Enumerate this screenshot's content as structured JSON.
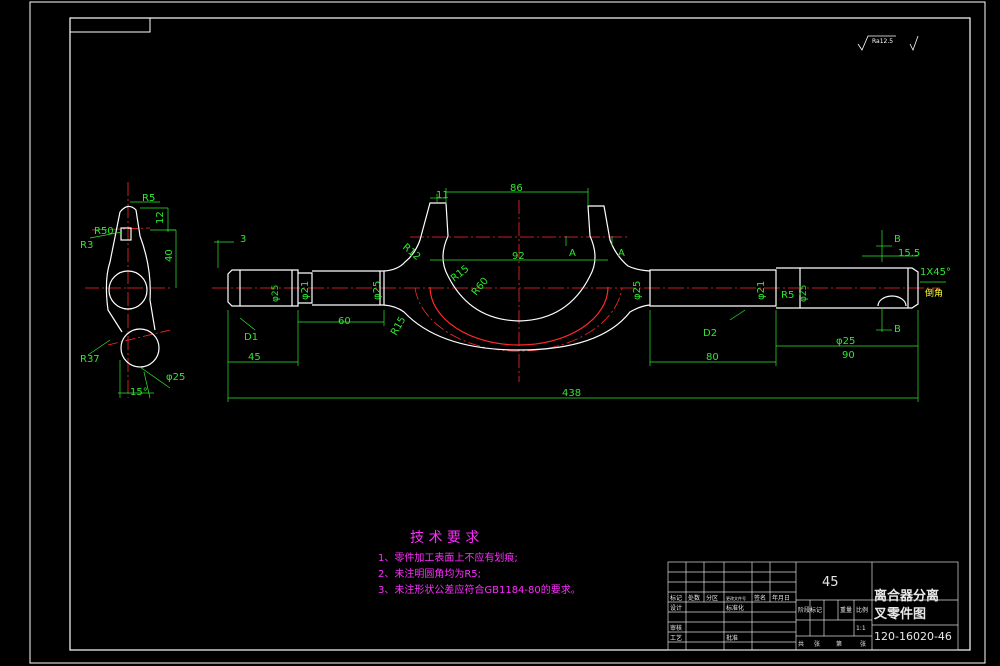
{
  "colors": {
    "background": "#000000",
    "outline": "#ffffff",
    "dimension": "#2ee82e",
    "centerline": "#ff2a2a",
    "text_magenta": "#ff2cff",
    "frame": "#ffffff"
  },
  "roughness": {
    "symbol_label": "Ra12.5"
  },
  "side_view": {
    "r5": "R5",
    "dim12": "12",
    "r50": "R50",
    "r3": "R3",
    "dim40": "40",
    "r37": "R37",
    "phi25": "φ25",
    "angle15": "15°"
  },
  "main_view": {
    "dim3": "3",
    "dim11": "11",
    "dim86": "86",
    "dim92": "92",
    "r12": "R12",
    "r15a": "R15",
    "r60": "R60",
    "r15b": "R15",
    "section_a1": "A",
    "section_a2": "A",
    "section_b1": "B",
    "section_b2": "B",
    "dim15_5": "15.5",
    "chamfer": "1X45°",
    "side_note": "倒角",
    "phi25_1": "φ25",
    "phi21_1": "φ21",
    "phi25_2": "φ25",
    "phi25_3": "φ25",
    "phi21_2": "φ21",
    "phi25_4": "φ25",
    "phi25_5": "φ25",
    "r5": "R5",
    "d1": "D1",
    "d2": "D2",
    "dim45": "45",
    "dim60": "60",
    "dim80": "80",
    "dim90": "90",
    "dim438": "438"
  },
  "tech_requirements": {
    "title": "技 术 要 求",
    "items": [
      "1、零件加工表面上不应有划痕;",
      "2、未注明圆角均为R5;",
      "3、未注形状公差应符合GB1184-80的要求。"
    ]
  },
  "title_block": {
    "material": "45",
    "part_name_line1": "离合器分离",
    "part_name_line2": "叉零件图",
    "drawing_no": "120-16020-46",
    "scale": "1:1",
    "labels": [
      "标记",
      "处数",
      "分区",
      "更改文件号",
      "签名",
      "年月日",
      "设计",
      "标准化",
      "阶段标记",
      "重量",
      "比例",
      "审核",
      "工艺",
      "批准",
      "共",
      "张",
      "第",
      "张"
    ]
  }
}
